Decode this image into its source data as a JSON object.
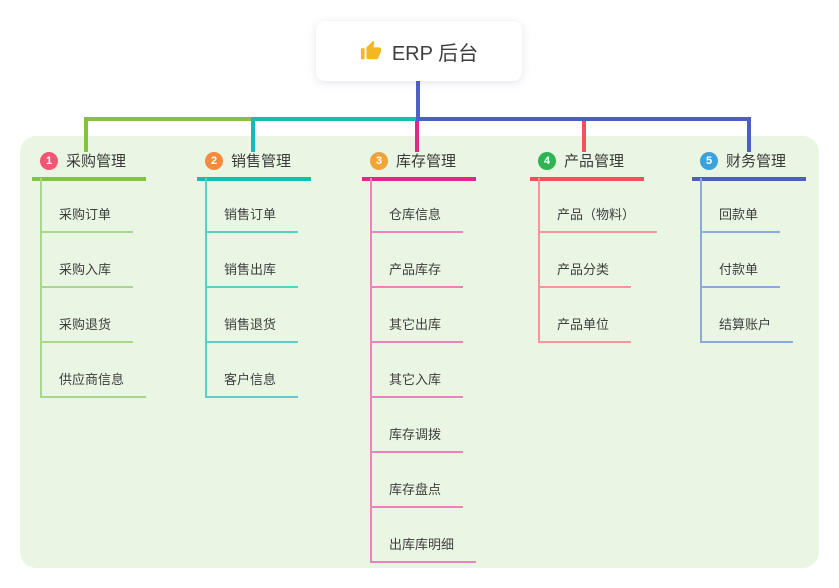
{
  "root": {
    "title": "ERP 后台",
    "icon": "thumbs-up",
    "icon_color": "#f5b626",
    "link_color": "#4d61c6"
  },
  "panel": {
    "background": "#e9f6e3"
  },
  "branches": [
    {
      "number": "1",
      "label": "采购管理",
      "accent": "#82c341",
      "light": "#a9d78e",
      "badge_color": "#f35672",
      "children": [
        "采购订单",
        "采购入库",
        "采购退货",
        "供应商信息"
      ]
    },
    {
      "number": "2",
      "label": "销售管理",
      "accent": "#14bcb4",
      "light": "#5fccc5",
      "badge_color": "#f68a3d",
      "children": [
        "销售订单",
        "销售出库",
        "销售退货",
        "客户信息"
      ]
    },
    {
      "number": "3",
      "label": "库存管理",
      "accent": "#e0268f",
      "light": "#ee82bd",
      "badge_color": "#f1a43a",
      "children": [
        "仓库信息",
        "产品库存",
        "其它出库",
        "其它入库",
        "库存调拨",
        "库存盘点",
        "出库库明细"
      ]
    },
    {
      "number": "4",
      "label": "产品管理",
      "accent": "#f54f5c",
      "light": "#f7959d",
      "badge_color": "#2eb453",
      "children": [
        "产品（物料）",
        "产品分类",
        "产品单位"
      ]
    },
    {
      "number": "5",
      "label": "财务管理",
      "accent": "#4a5ec4",
      "light": "#8da8db",
      "badge_color": "#39a3dc",
      "children": [
        "回款单",
        "付款单",
        "结算账户"
      ]
    }
  ]
}
